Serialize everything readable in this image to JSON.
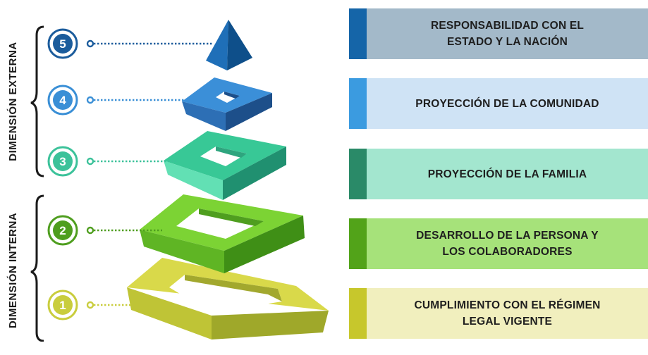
{
  "dimensions": {
    "external": "DIMENSIÓN EXTERNA",
    "internal": "DIMENSIÓN INTERNA"
  },
  "levels": [
    {
      "number": "5",
      "label_line1": "RESPONSABILIDAD CON EL",
      "label_line2": "ESTADO Y LA NACIÓN",
      "accent": "#1565a8",
      "bg": "#a3b9c9",
      "circle": "#1b5c9c"
    },
    {
      "number": "4",
      "label_line1": "PROYECCIÓN DE LA COMUNIDAD",
      "label_line2": "",
      "accent": "#3b9be0",
      "bg": "#cfe3f5",
      "circle": "#3a8fd6"
    },
    {
      "number": "3",
      "label_line1": "PROYECCIÓN DE LA FAMILIA",
      "label_line2": "",
      "accent": "#2a8a68",
      "bg": "#a3e6cf",
      "circle": "#3cc29a"
    },
    {
      "number": "2",
      "label_line1": "DESARROLLO DE LA PERSONA Y",
      "label_line2": "LOS COLABORADORES",
      "accent": "#52a319",
      "bg": "#a6e27a",
      "circle": "#4f9e1f"
    },
    {
      "number": "1",
      "label_line1": "CUMPLIMIENTO CON EL RÉGIMEN",
      "label_line2": "LEGAL VIGENTE",
      "accent": "#c7c72c",
      "bg": "#f1efbe",
      "circle": "#c9cd3d"
    }
  ]
}
